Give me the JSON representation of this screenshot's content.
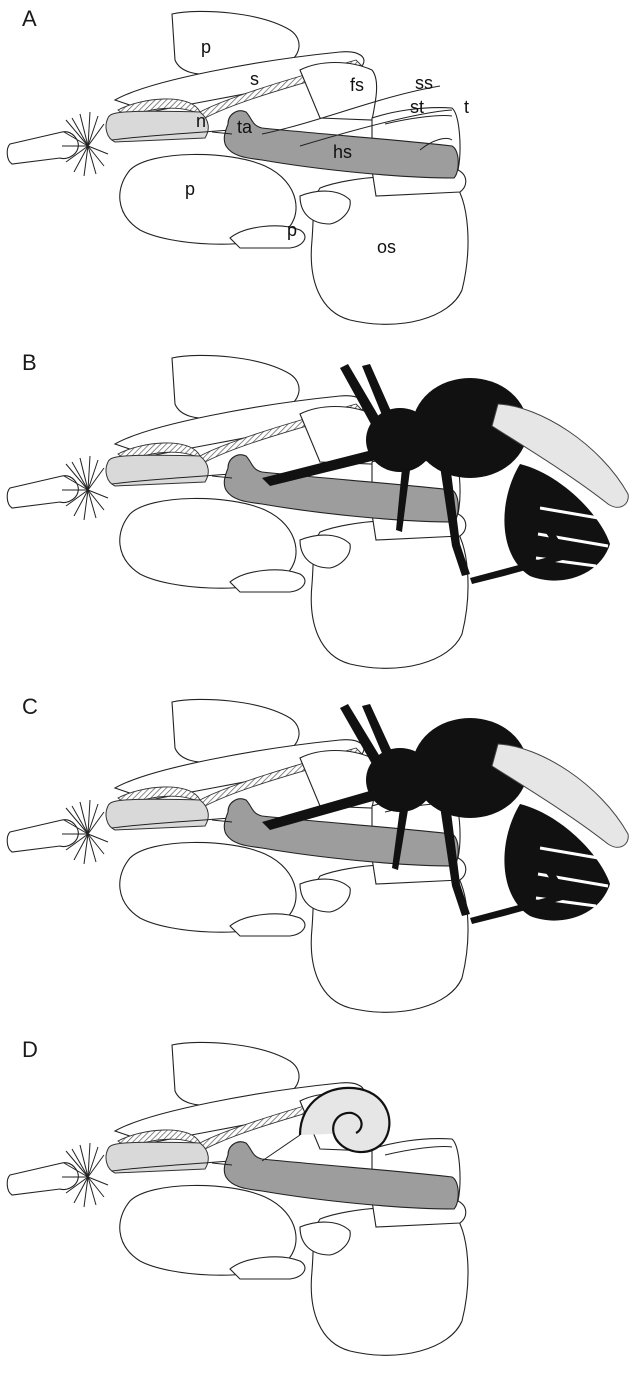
{
  "colors": {
    "outline": "#222222",
    "staminal_gray": "#9d9d9d",
    "nectar_light_gray": "#d9d9d9",
    "bee_black": "#111111",
    "background": "#ffffff"
  },
  "panels": [
    {
      "letter": "A",
      "labels": {
        "p_top": "p",
        "s": "s",
        "fs": "fs",
        "ss": "ss",
        "st": "st",
        "t": "t",
        "n": "n",
        "ta": "ta",
        "hs": "hs",
        "p_mid": "p",
        "p_small": "p",
        "os": "os"
      }
    },
    {
      "letter": "B"
    },
    {
      "letter": "C"
    },
    {
      "letter": "D"
    }
  ]
}
